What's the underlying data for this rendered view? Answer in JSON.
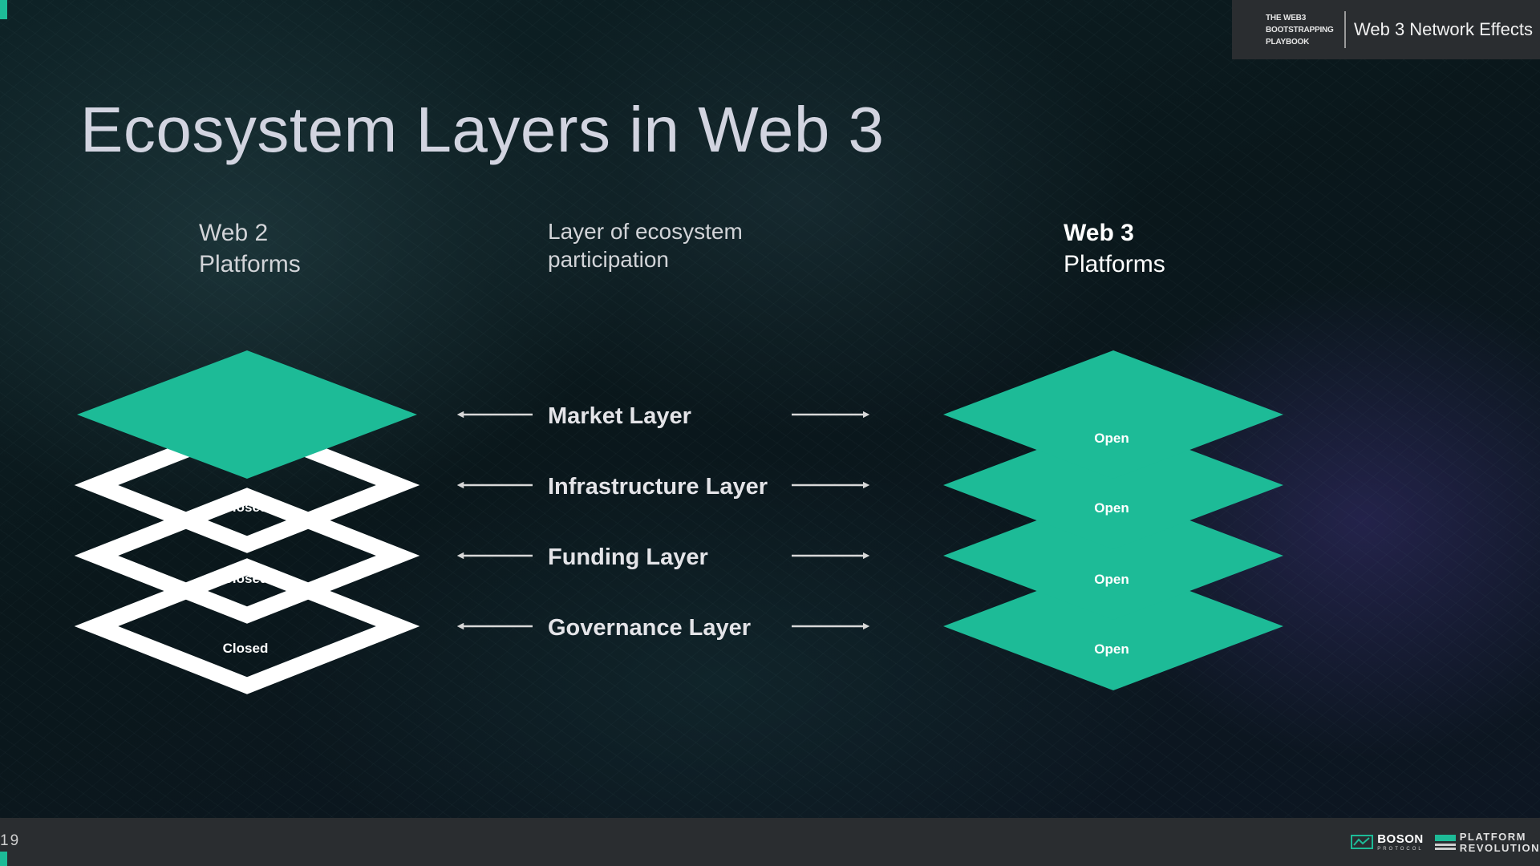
{
  "header": {
    "playbook_lines": [
      "THE WEB3",
      "BOOTSTRAPPING",
      "PLAYBOOK"
    ],
    "section_title": "Web 3 Network Effects"
  },
  "title": "Ecosystem Layers in Web 3",
  "columns": {
    "web2": [
      "Web 2",
      "Platforms"
    ],
    "layer": [
      "Layer of ecosystem",
      "participation"
    ],
    "web3": [
      "Web 3",
      "Platforms"
    ]
  },
  "layers": [
    {
      "name": "Market Layer",
      "web2_state": "",
      "web3_state": "Open"
    },
    {
      "name": "Infrastructure Layer",
      "web2_state": "Closed",
      "web3_state": "Open"
    },
    {
      "name": "Funding Layer",
      "web2_state": "Closed",
      "web3_state": "Open"
    },
    {
      "name": "Governance Layer",
      "web2_state": "Closed",
      "web3_state": "Open"
    }
  ],
  "footer": {
    "page_number": "19",
    "logo_boson": {
      "main": "BOSON",
      "sub": "PROTOCOL"
    },
    "logo_platform": {
      "main": "PLATFORM",
      "sub": "REVOLUTION"
    }
  },
  "colors": {
    "accent": "#1dbb97",
    "panel": "#2a2d30",
    "outline": "#ffffff"
  }
}
